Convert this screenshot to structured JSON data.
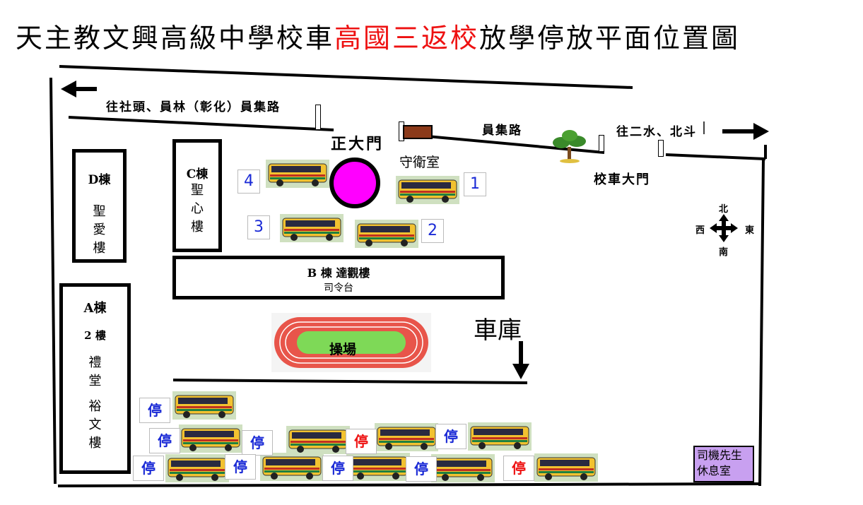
{
  "title": {
    "part1": "天主教文興高級中學校車",
    "highlight": "高國三返校",
    "part2": "放學停放平面位置圖"
  },
  "roads": {
    "west_label": "往社頭、員林（彰化）員集路",
    "middle_label": "員集路",
    "east_label": "往二水、北斗"
  },
  "gates": {
    "main_gate": "正大門",
    "guard_room": "守衛室",
    "bus_gate": "校車大門"
  },
  "buildings": {
    "d": {
      "name": "D棟",
      "lines": [
        "聖",
        "愛",
        "樓"
      ]
    },
    "c": {
      "name": "C棟",
      "lines": [
        "聖",
        "心",
        "樓"
      ]
    },
    "b": {
      "name": "B 棟 達觀樓",
      "sub": "司令台"
    },
    "a": {
      "name": "A棟",
      "floor": "2 樓",
      "lines1": [
        "禮",
        "堂"
      ],
      "lines2": [
        "裕",
        "文",
        "樓"
      ]
    }
  },
  "field": {
    "label": "操場"
  },
  "garage": {
    "label": "車庫"
  },
  "compass": {
    "n": "北",
    "s": "南",
    "w": "西",
    "e": "東"
  },
  "driver_room": {
    "line1": "司機先生",
    "line2": "休息室"
  },
  "bus_spots": [
    {
      "num": "1"
    },
    {
      "num": "2"
    },
    {
      "num": "3"
    },
    {
      "num": "4"
    }
  ],
  "parking": [
    {
      "label": "停",
      "color": "blue"
    },
    {
      "label": "停",
      "color": "blue"
    },
    {
      "label": "停",
      "color": "blue"
    },
    {
      "label": "停",
      "color": "red"
    },
    {
      "label": "停",
      "color": "blue"
    },
    {
      "label": "停",
      "color": "blue"
    },
    {
      "label": "停",
      "color": "blue"
    },
    {
      "label": "停",
      "color": "blue"
    },
    {
      "label": "停",
      "color": "blue"
    },
    {
      "label": "停",
      "color": "red"
    }
  ],
  "colors": {
    "highlight": "#e11111",
    "number_blue": "#1a2ad6",
    "circle_magenta": "#ff00ff",
    "track_red": "#e8554a",
    "field_green": "#7ed957",
    "driver_room_purple": "#c8a0f0",
    "guard_brown": "#8b3a1a"
  }
}
